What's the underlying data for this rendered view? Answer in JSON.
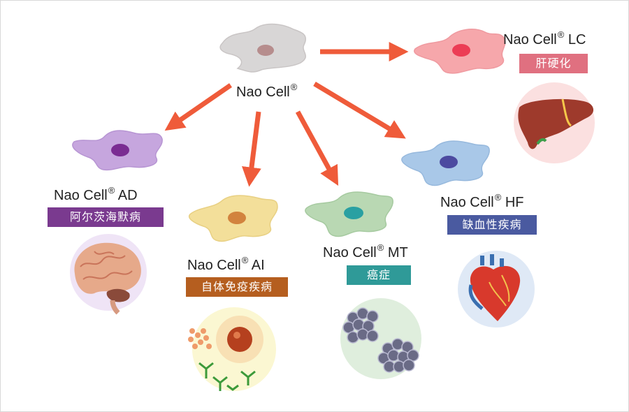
{
  "center": {
    "name": "Nao Cell",
    "mark": "®"
  },
  "nodes": {
    "lc": {
      "name": "Nao Cell",
      "mark": "®",
      "suffix": "LC",
      "disease": "肝硬化",
      "color": "#e07080",
      "organ": "liver-icon"
    },
    "ad": {
      "name": "Nao Cell",
      "mark": "®",
      "suffix": "AD",
      "disease": "阿尔茨海默病",
      "color": "#7a3a8f",
      "organ": "brain-icon"
    },
    "ai": {
      "name": "Nao Cell",
      "mark": "®",
      "suffix": "AI",
      "disease": "自体免疫疾病",
      "color": "#b55e1f",
      "organ": "immune-cell-icon"
    },
    "mt": {
      "name": "Nao Cell",
      "mark": "®",
      "suffix": "MT",
      "disease": "癌症",
      "color": "#2f9a98",
      "organ": "tumor-cells-icon"
    },
    "hf": {
      "name": "Nao Cell",
      "mark": "®",
      "suffix": "HF",
      "disease": "缺血性疾病",
      "color": "#4a5aa0",
      "organ": "heart-icon"
    }
  }
}
